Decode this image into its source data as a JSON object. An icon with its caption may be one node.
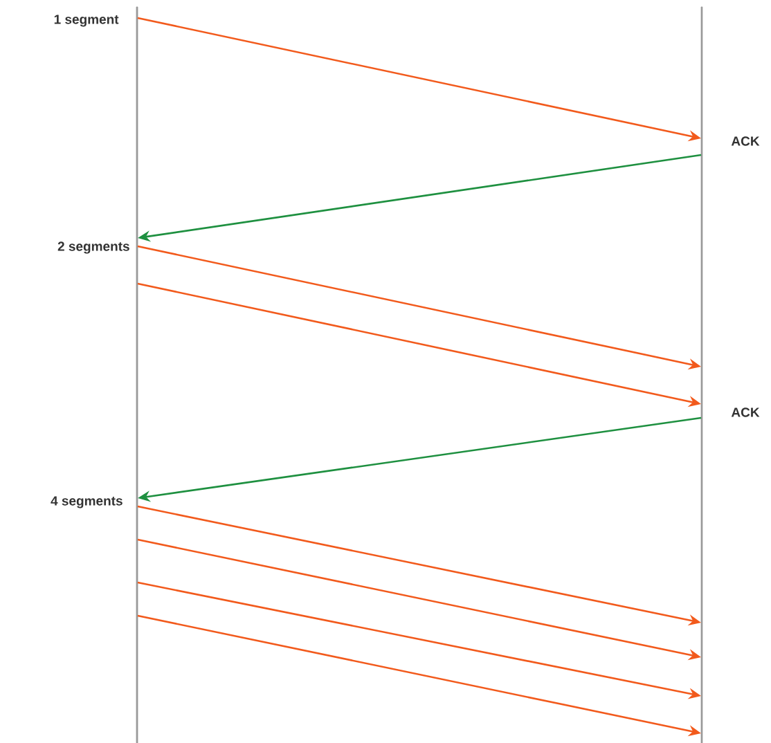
{
  "diagram": {
    "nodes": [
      {
        "text": [],
        "shape": "bar"
      },
      {
        "text": [],
        "shape": "bar"
      }
    ],
    "edges": [
      {
        "from": 0,
        "to": 1,
        "arrow": "to"
      },
      {
        "from": 1,
        "to": 0,
        "arrow": "to",
        "color": "#1e9040"
      },
      {
        "from": 0,
        "to": 1,
        "arrow": "to"
      },
      {
        "from": 0,
        "to": 1,
        "arrow": "to"
      },
      {
        "from": 1,
        "to": 0,
        "arrow": "to",
        "color": "#1e9040"
      },
      {
        "from": 0,
        "to": 1,
        "arrow": "to"
      },
      {
        "from": 0,
        "to": 1,
        "arrow": "to"
      },
      {
        "from": 0,
        "to": 1,
        "arrow": "to"
      },
      {
        "from": 0,
        "to": 1,
        "arrow": "to"
      }
    ],
    "labels": [
      "1 segment",
      "ACK",
      "2 segments",
      "ACK",
      "4 segments"
    ]
  }
}
